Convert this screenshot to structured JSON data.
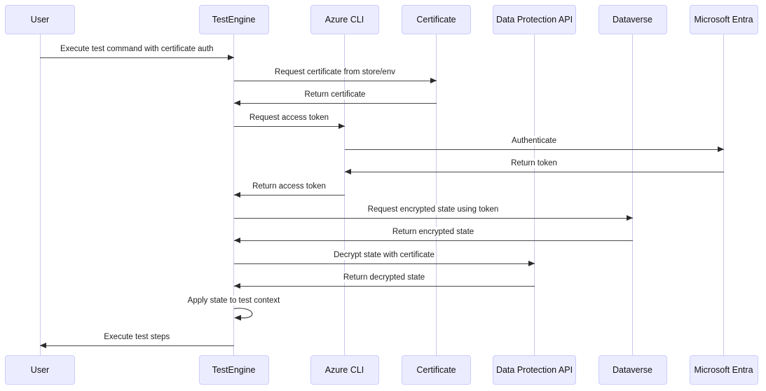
{
  "diagram": {
    "type": "sequence-diagram",
    "actors": [
      {
        "id": "user",
        "label": "User"
      },
      {
        "id": "test-engine",
        "label": "TestEngine"
      },
      {
        "id": "azure-cli",
        "label": "Azure CLI"
      },
      {
        "id": "certificate",
        "label": "Certificate"
      },
      {
        "id": "data-protection-api",
        "label": "Data Protection API"
      },
      {
        "id": "dataverse",
        "label": "Dataverse"
      },
      {
        "id": "microsoft-entra",
        "label": "Microsoft Entra"
      }
    ],
    "messages": [
      {
        "label": "Execute test command with certificate auth",
        "from": "User",
        "to": "TestEngine",
        "kind": "solid"
      },
      {
        "label": "Request certificate from store/env",
        "from": "TestEngine",
        "to": "Certificate",
        "kind": "solid"
      },
      {
        "label": "Return certificate",
        "from": "Certificate",
        "to": "TestEngine",
        "kind": "solid"
      },
      {
        "label": "Request access token",
        "from": "TestEngine",
        "to": "Azure CLI",
        "kind": "solid"
      },
      {
        "label": "Authenticate",
        "from": "Azure CLI",
        "to": "Microsoft Entra",
        "kind": "solid"
      },
      {
        "label": "Return token",
        "from": "Microsoft Entra",
        "to": "Azure CLI",
        "kind": "solid"
      },
      {
        "label": "Return access token",
        "from": "Azure CLI",
        "to": "TestEngine",
        "kind": "solid"
      },
      {
        "label": "Request encrypted state using token",
        "from": "TestEngine",
        "to": "Dataverse",
        "kind": "solid"
      },
      {
        "label": "Return encrypted state",
        "from": "Dataverse",
        "to": "TestEngine",
        "kind": "solid"
      },
      {
        "label": "Decrypt state with certificate",
        "from": "TestEngine",
        "to": "Data Protection API",
        "kind": "solid"
      },
      {
        "label": "Return decrypted state",
        "from": "Data Protection API",
        "to": "TestEngine",
        "kind": "solid"
      },
      {
        "label": "Apply state to test context",
        "from": "TestEngine",
        "to": "TestEngine",
        "kind": "self"
      },
      {
        "label": "Execute test steps",
        "from": "TestEngine",
        "to": "User",
        "kind": "solid"
      }
    ],
    "colors": {
      "actor_fill": "#ECECFF",
      "actor_border": "#CCCCFF",
      "actor_text": "#111111",
      "lifeline": "#C9C9EC",
      "arrow": "#4A4A4A",
      "arrowhead": "#2B2B2B",
      "message_text": "#222222",
      "background": "#FFFFFF"
    }
  }
}
